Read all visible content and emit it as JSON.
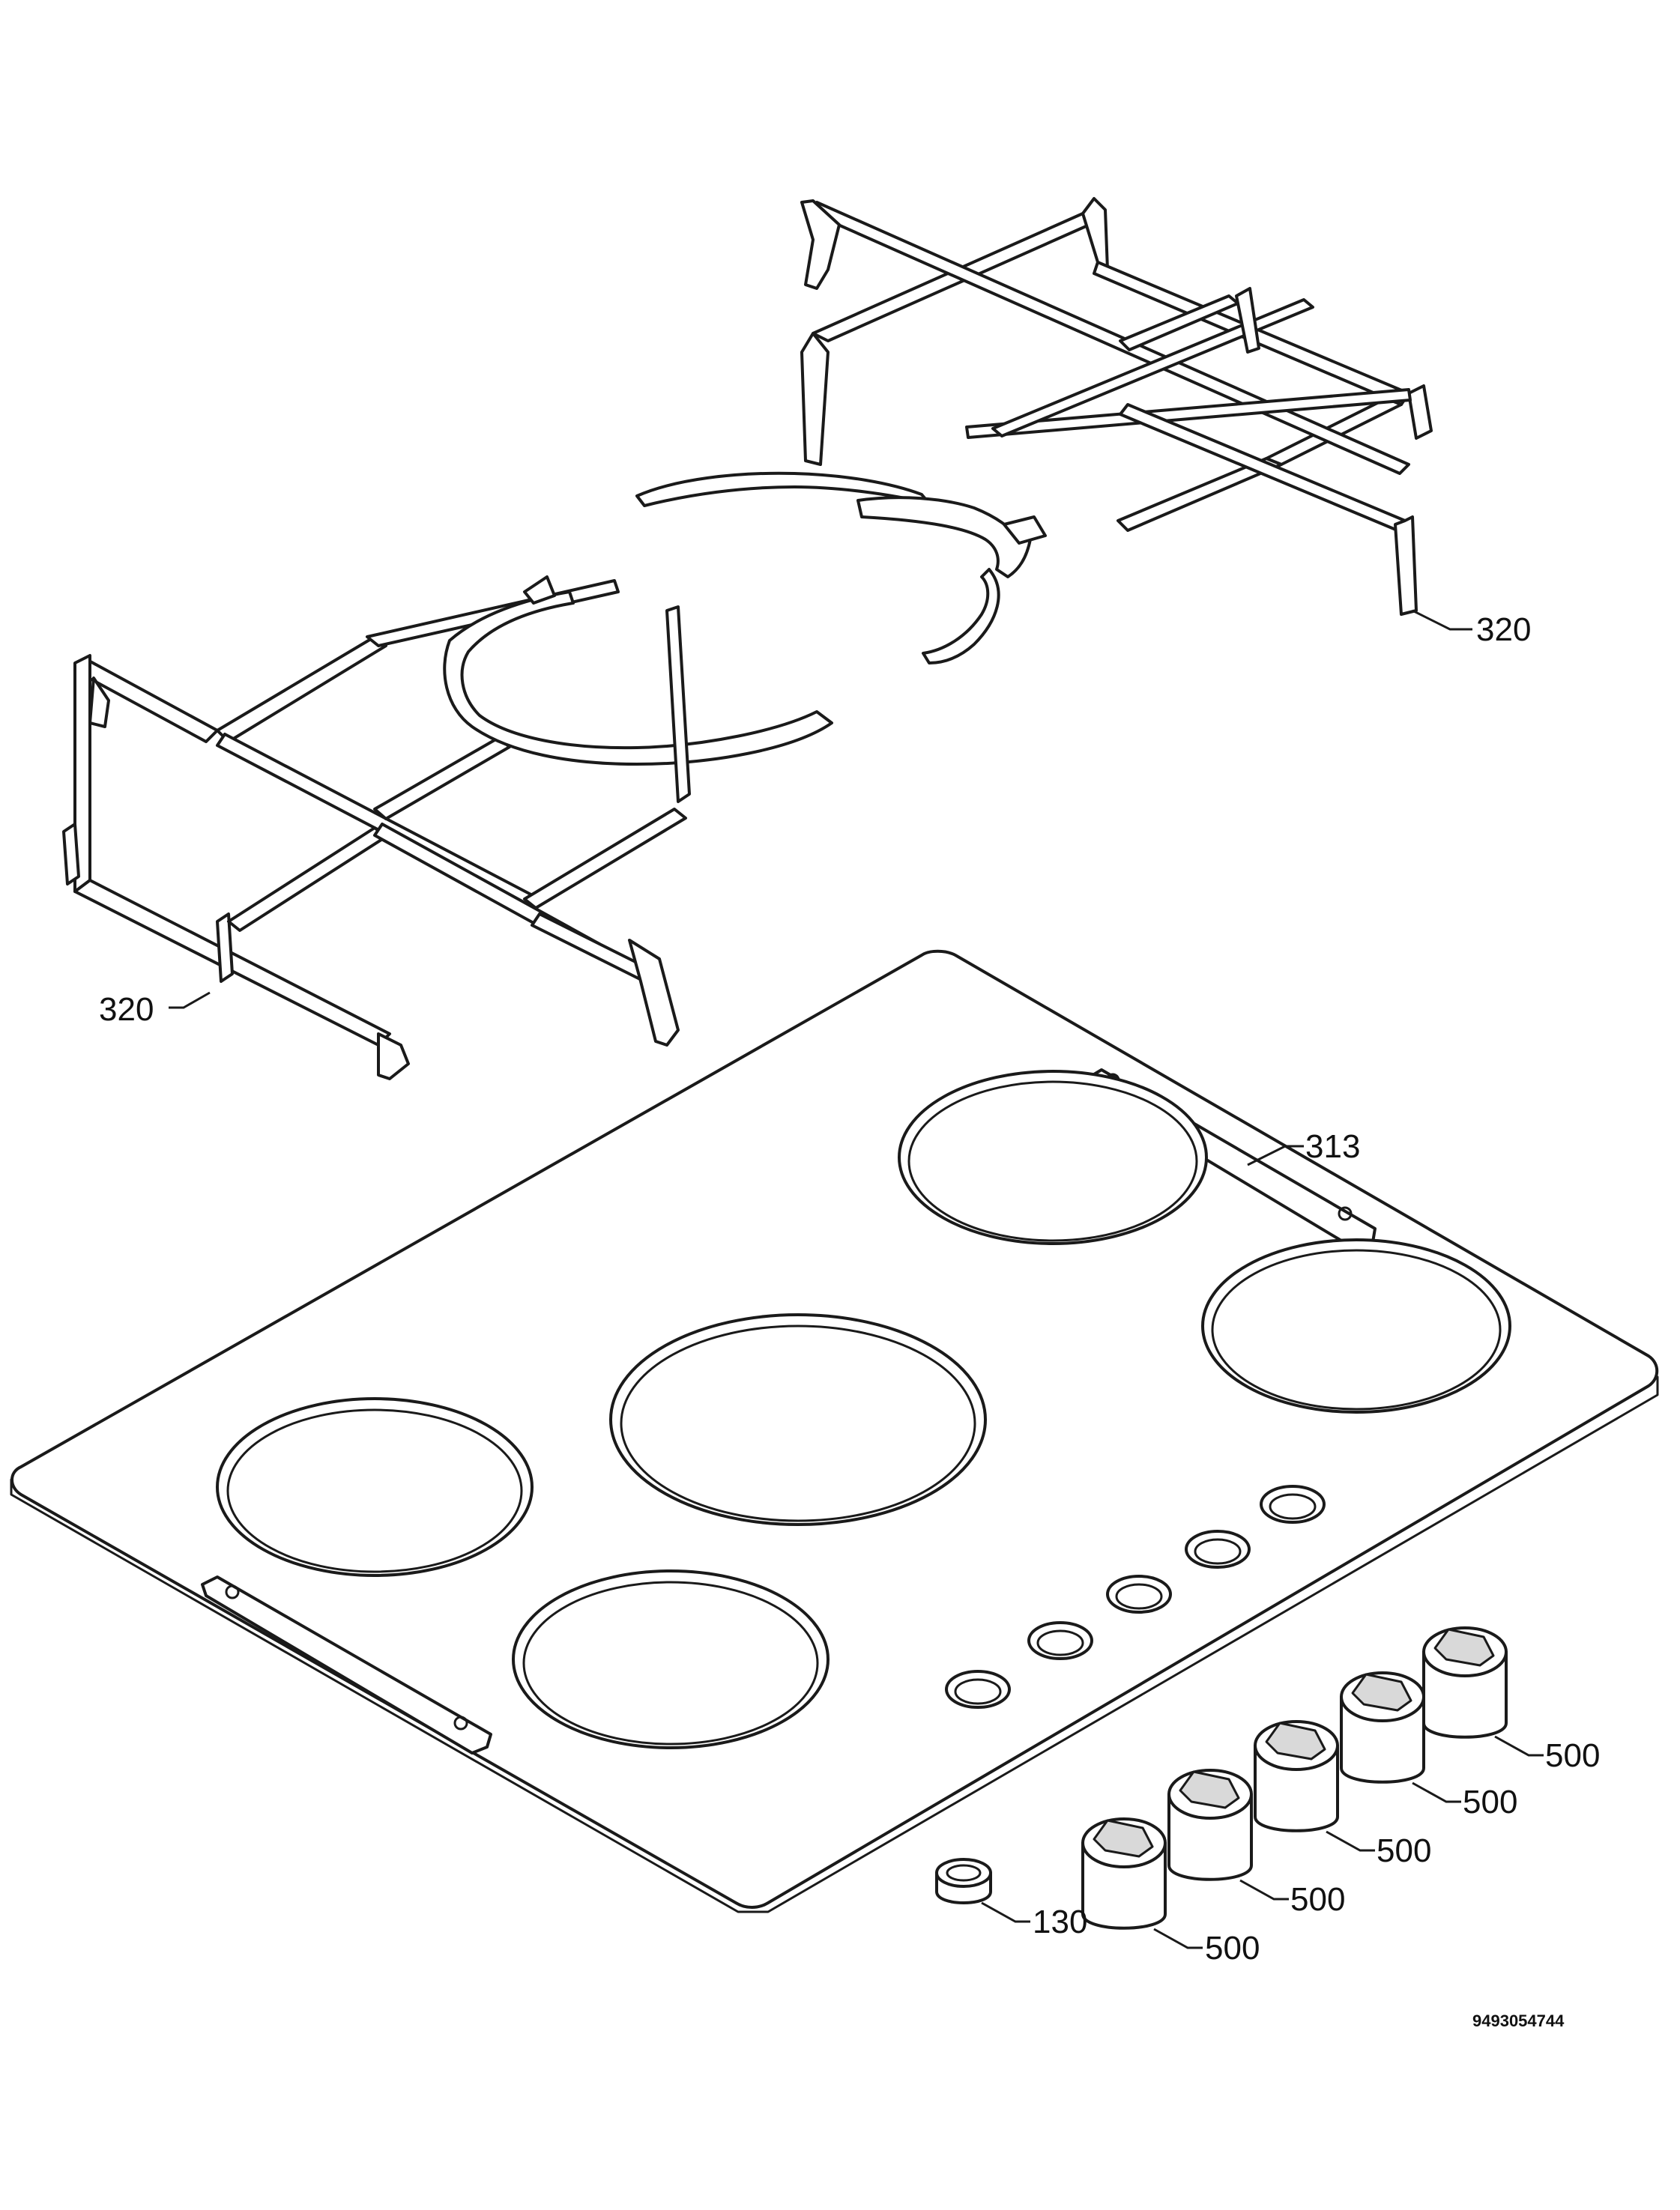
{
  "labels": {
    "grate_right": "320",
    "grate_left": "320",
    "hob_panel": "313",
    "knob_1": "500",
    "knob_2": "500",
    "knob_3": "500",
    "knob_4": "500",
    "knob_5": "500",
    "seal": "130"
  },
  "document_number": "9493054744"
}
